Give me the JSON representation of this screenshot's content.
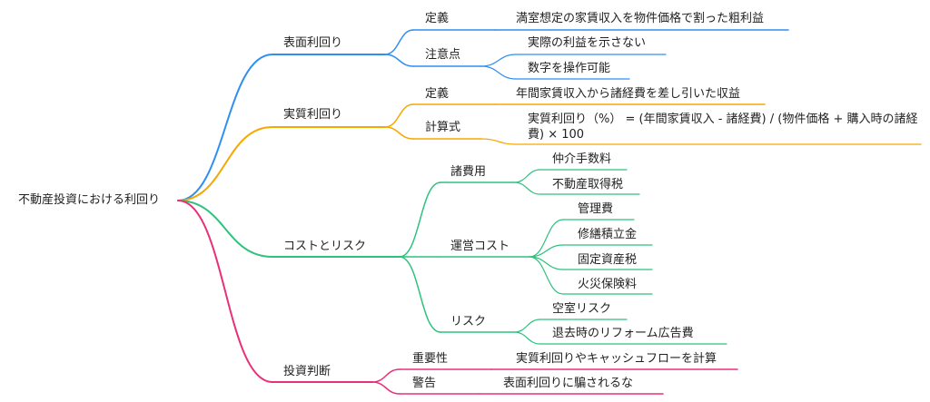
{
  "colors": {
    "blue": "#2f8ff0",
    "orange": "#f5a800",
    "green": "#2ec27e",
    "pink": "#e8307a"
  },
  "root": {
    "label": "不動産投資における利回り"
  },
  "branches": [
    {
      "label": "表面利回り",
      "children": [
        {
          "label": "定義",
          "children": [
            {
              "label": "満室想定の家賃収入を物件価格で割った粗利益"
            }
          ]
        },
        {
          "label": "注意点",
          "children": [
            {
              "label": "実際の利益を示さない"
            },
            {
              "label": "数字を操作可能"
            }
          ]
        }
      ]
    },
    {
      "label": "実質利回り",
      "children": [
        {
          "label": "定義",
          "children": [
            {
              "label": "年間家賃収入から諸経費を差し引いた収益"
            }
          ]
        },
        {
          "label": "計算式",
          "children": [
            {
              "label": "実質利回り（%） = (年間家賃収入 - 諸経費) / (物件価格 + 購入時の諸経費) × 100"
            }
          ]
        }
      ]
    },
    {
      "label": "コストとリスク",
      "children": [
        {
          "label": "諸費用",
          "children": [
            {
              "label": "仲介手数料"
            },
            {
              "label": "不動産取得税"
            }
          ]
        },
        {
          "label": "運営コスト",
          "children": [
            {
              "label": "管理費"
            },
            {
              "label": "修繕積立金"
            },
            {
              "label": "固定資産税"
            },
            {
              "label": "火災保険料"
            }
          ]
        },
        {
          "label": "リスク",
          "children": [
            {
              "label": "空室リスク"
            },
            {
              "label": "退去時のリフォーム広告費"
            }
          ]
        }
      ]
    },
    {
      "label": "投資判断",
      "children": [
        {
          "label": "重要性",
          "children": [
            {
              "label": "実質利回りやキャッシュフローを計算"
            }
          ]
        },
        {
          "label": "警告",
          "children": [
            {
              "label": "表面利回りに騙されるな"
            }
          ]
        }
      ]
    }
  ]
}
